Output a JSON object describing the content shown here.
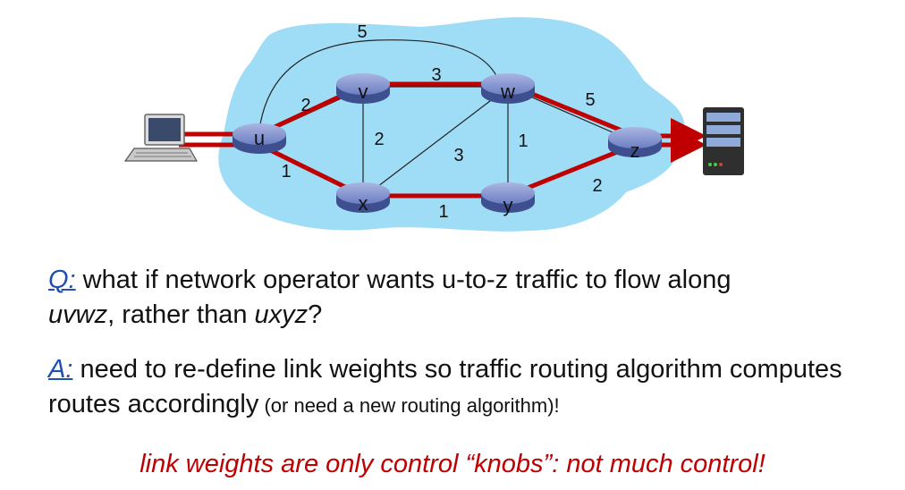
{
  "diagram": {
    "nodes": {
      "u": "u",
      "v": "v",
      "w": "w",
      "x": "x",
      "y": "y",
      "z": "z"
    },
    "weights": {
      "uw": "5",
      "vw": "3",
      "uv": "2",
      "wz": "5",
      "vx": "2",
      "xw": "3",
      "wy": "1",
      "ux": "1",
      "yz": "2",
      "xy": "1"
    }
  },
  "question": {
    "tag": "Q:",
    "text1": " what if network operator wants u-to-z traffic to flow along",
    "path1": "uvwz",
    "text2": ", rather than ",
    "path2": "uxyz",
    "text3": "?"
  },
  "answer": {
    "tag": "A:",
    "text1": " need to re-define link weights so traffic routing algorithm computes routes accordingly",
    "text2": " (or need a new routing algorithm)!"
  },
  "footer": "link weights are only control “knobs”: not much control!",
  "colors": {
    "cloud": "#9fdcf5",
    "path": "#c00000",
    "router": "#5b6fb0",
    "accent": "#1f4fb0"
  }
}
